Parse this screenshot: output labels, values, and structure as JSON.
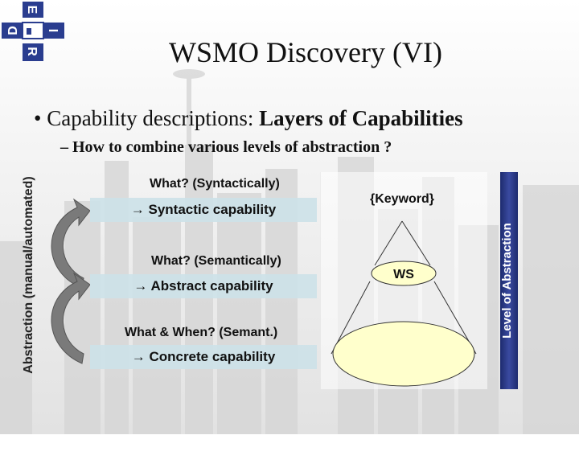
{
  "slide": {
    "title": "WSMO Discovery (VI)",
    "bullet_prefix": "Capability descriptions: ",
    "bullet_bold": "Layers of Capabilities",
    "sub_bullet": "– How to combine various levels of abstraction ?",
    "left_axis_label": "Abstraction (manual/automated)",
    "right_axis_label": "Level of Abstraction"
  },
  "logo": {
    "letters": [
      "D",
      "E",
      "R",
      "I"
    ]
  },
  "layers": [
    {
      "question": "What? (Syntactically)",
      "capability": "→ Syntactic capability"
    },
    {
      "question": "What? (Semantically)",
      "capability": "→ Abstract capability"
    },
    {
      "question": "What & When? (Semant.)",
      "capability": "→ Concrete capability"
    }
  ],
  "diagram": {
    "keyword_label": "{Keyword}",
    "ws_label": "WS"
  },
  "colors": {
    "capability_box": "#cde2e8",
    "ellipse_fill": "#ffffcc",
    "arrow_gray": "#7a7a7a",
    "right_panel": "#2a3a8a",
    "logo_blue": "#2a3d8f"
  }
}
